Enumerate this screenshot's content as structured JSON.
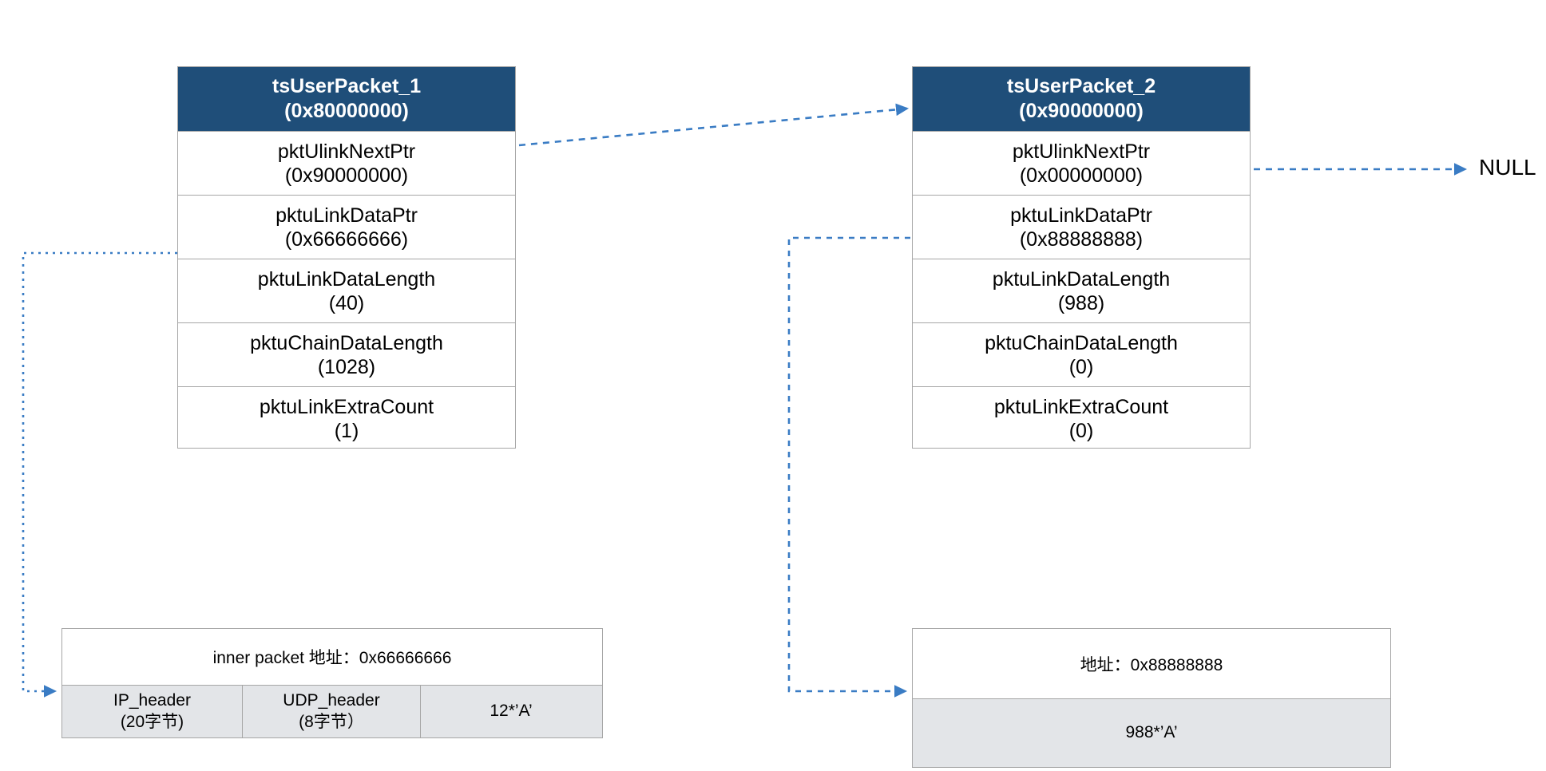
{
  "diagram": {
    "title": "tsUserPacket chain diagram",
    "accent_color": "#1F4E79",
    "connector_color": "#4a86c8",
    "cell_fill": "#e3e5e8",
    "border_color": "#a6a6a6"
  },
  "packets": [
    {
      "header_name": "tsUserPacket_1",
      "header_addr": "(0x80000000)",
      "fields": [
        {
          "name": "pktUlinkNextPtr",
          "value": "(0x90000000)"
        },
        {
          "name": "pktuLinkDataPtr",
          "value": "(0x66666666)"
        },
        {
          "name": "pktuLinkDataLength",
          "value": "(40)"
        },
        {
          "name": "pktuChainDataLength",
          "value": "(1028)"
        },
        {
          "name": "pktuLinkExtraCount",
          "value": "(1)"
        }
      ]
    },
    {
      "header_name": "tsUserPacket_2",
      "header_addr": "(0x90000000)",
      "fields": [
        {
          "name": "pktUlinkNextPtr",
          "value": "(0x00000000)"
        },
        {
          "name": "pktuLinkDataPtr",
          "value": "(0x88888888)"
        },
        {
          "name": "pktuLinkDataLength",
          "value": "(988)"
        },
        {
          "name": "pktuChainDataLength",
          "value": "(0)"
        },
        {
          "name": "pktuLinkExtraCount",
          "value": "(0)"
        }
      ]
    }
  ],
  "null_terminator": "NULL",
  "memory_blocks": [
    {
      "title": "inner packet 地址：0x66666666",
      "cells": [
        {
          "name": "IP_header",
          "value": "(20字节)"
        },
        {
          "name": "UDP_header",
          "value": "(8字节）"
        },
        {
          "name": "12*’A’",
          "value": ""
        }
      ]
    },
    {
      "title": "地址：0x88888888",
      "cells": [
        {
          "name": "988*’A’",
          "value": ""
        }
      ]
    }
  ]
}
